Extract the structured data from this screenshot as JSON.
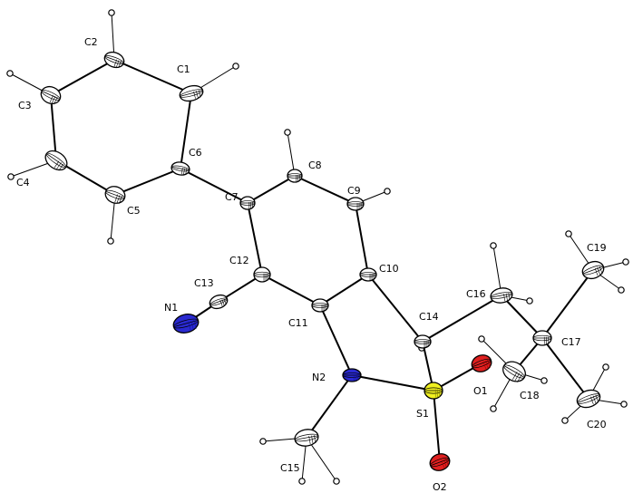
{
  "atoms": [
    {
      "id": "C1",
      "label": "C1",
      "element": "C"
    },
    {
      "id": "C2",
      "label": "C2",
      "element": "C"
    },
    {
      "id": "C3",
      "label": "C3",
      "element": "C"
    },
    {
      "id": "C4",
      "label": "C4",
      "element": "C"
    },
    {
      "id": "C5",
      "label": "C5",
      "element": "C"
    },
    {
      "id": "C6",
      "label": "C6",
      "element": "C"
    },
    {
      "id": "C7",
      "label": "C7",
      "element": "C"
    },
    {
      "id": "C8",
      "label": "C8",
      "element": "C"
    },
    {
      "id": "C9",
      "label": "C9",
      "element": "C"
    },
    {
      "id": "C10",
      "label": "C10",
      "element": "C"
    },
    {
      "id": "C11",
      "label": "C11",
      "element": "C"
    },
    {
      "id": "C12",
      "label": "C12",
      "element": "C"
    },
    {
      "id": "C13",
      "label": "C13",
      "element": "C"
    },
    {
      "id": "C14",
      "label": "C14",
      "element": "C"
    },
    {
      "id": "C15",
      "label": "C15",
      "element": "C"
    },
    {
      "id": "C16",
      "label": "C16",
      "element": "C"
    },
    {
      "id": "C17",
      "label": "C17",
      "element": "C"
    },
    {
      "id": "C18",
      "label": "C18",
      "element": "C"
    },
    {
      "id": "C19",
      "label": "C19",
      "element": "C"
    },
    {
      "id": "C20",
      "label": "C20",
      "element": "C"
    },
    {
      "id": "N1",
      "label": "N1",
      "element": "N"
    },
    {
      "id": "N2",
      "label": "N2",
      "element": "N"
    },
    {
      "id": "S1",
      "label": "S1",
      "element": "S"
    },
    {
      "id": "O1",
      "label": "O1",
      "element": "O"
    },
    {
      "id": "O2",
      "label": "O2",
      "element": "O"
    }
  ],
  "bonds": [
    [
      "C1",
      "C2"
    ],
    [
      "C2",
      "C3"
    ],
    [
      "C3",
      "C4"
    ],
    [
      "C4",
      "C5"
    ],
    [
      "C5",
      "C6"
    ],
    [
      "C6",
      "C1"
    ],
    [
      "C6",
      "C7"
    ],
    [
      "C7",
      "C8"
    ],
    [
      "C8",
      "C9"
    ],
    [
      "C9",
      "C10"
    ],
    [
      "C10",
      "C11"
    ],
    [
      "C11",
      "C12"
    ],
    [
      "C12",
      "C7"
    ],
    [
      "C12",
      "C13"
    ],
    [
      "C13",
      "N1"
    ],
    [
      "C11",
      "N2"
    ],
    [
      "N2",
      "S1"
    ],
    [
      "N2",
      "C15"
    ],
    [
      "C10",
      "C14"
    ],
    [
      "C14",
      "S1"
    ],
    [
      "S1",
      "O1"
    ],
    [
      "S1",
      "O2"
    ],
    [
      "C14",
      "C16"
    ],
    [
      "C16",
      "C17"
    ],
    [
      "C17",
      "C18"
    ],
    [
      "C17",
      "C19"
    ],
    [
      "C17",
      "C20"
    ]
  ],
  "element_colors": {
    "C": "#ffffff",
    "N": "#2a2ad0",
    "S": "#f0f020",
    "O": "#e02020"
  }
}
